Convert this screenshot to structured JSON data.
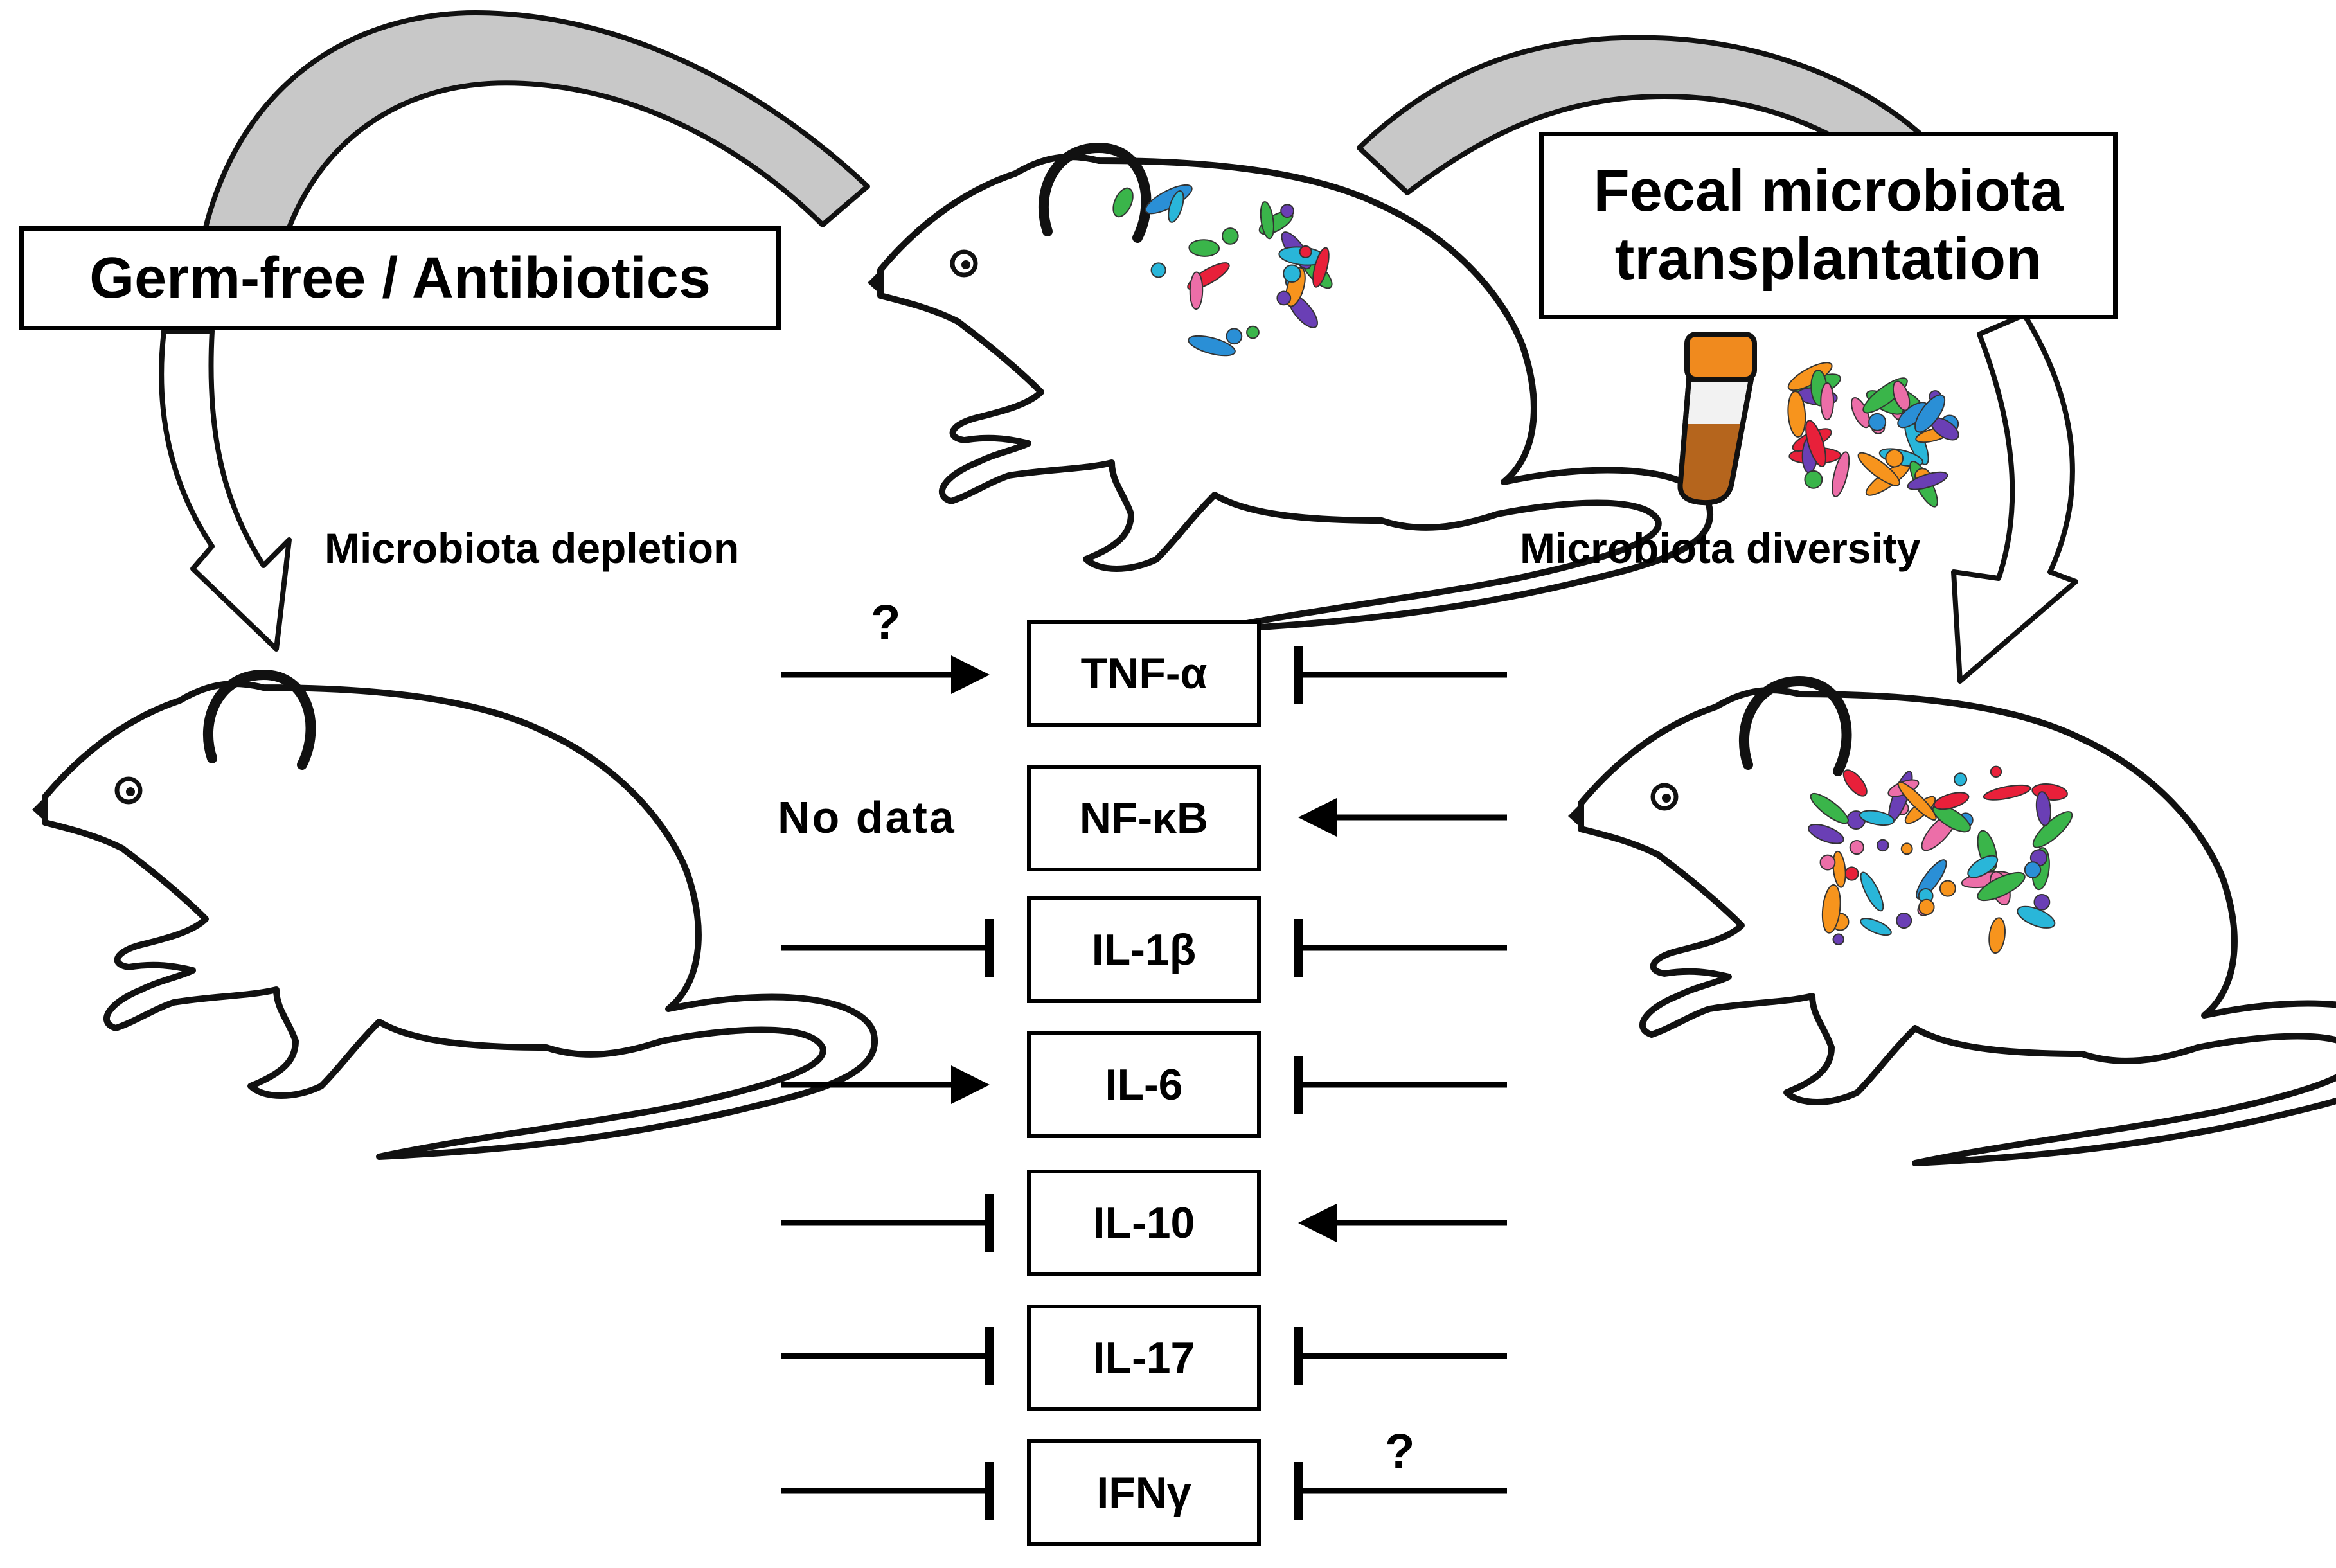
{
  "labels": {
    "germ_free": "Germ-free / Antibiotics",
    "fmt_line1": "Fecal microbiota",
    "fmt_line2": "transplantation",
    "depletion": "Microbiota depletion",
    "diversity": "Microbiota diversity",
    "no_data": "No data",
    "question_left": "?",
    "question_right": "?"
  },
  "cytokines": [
    {
      "name": "TNF-α",
      "left_effect": "increase",
      "left_uncertain": true,
      "right_effect": "decrease",
      "right_uncertain": false
    },
    {
      "name": "NF-κB",
      "left_effect": "none",
      "left_uncertain": false,
      "right_effect": "increase",
      "right_uncertain": false
    },
    {
      "name": "IL-1β",
      "left_effect": "decrease",
      "left_uncertain": false,
      "right_effect": "decrease",
      "right_uncertain": false
    },
    {
      "name": "IL-6",
      "left_effect": "increase",
      "left_uncertain": false,
      "right_effect": "decrease",
      "right_uncertain": false
    },
    {
      "name": "IL-10",
      "left_effect": "decrease",
      "left_uncertain": false,
      "right_effect": "increase",
      "right_uncertain": false
    },
    {
      "name": "IL-17",
      "left_effect": "decrease",
      "left_uncertain": false,
      "right_effect": "decrease",
      "right_uncertain": false
    },
    {
      "name": "IFNγ",
      "left_effect": "decrease",
      "left_uncertain": false,
      "right_effect": "decrease",
      "right_uncertain": true
    }
  ],
  "colors": {
    "stroke": "#000000",
    "curved_arrow_fill": "#c8c8c8",
    "tube_cap": "#f08a1e",
    "tube_fill": "#b5651d",
    "bacteria_blue": "#2a8fd6",
    "bacteria_cyan": "#29b6d9",
    "bacteria_green": "#3ab54a",
    "bacteria_orange": "#f7941d",
    "bacteria_red": "#e8203a",
    "bacteria_purple": "#6a3fb5",
    "bacteria_pink": "#ec6ea8"
  }
}
